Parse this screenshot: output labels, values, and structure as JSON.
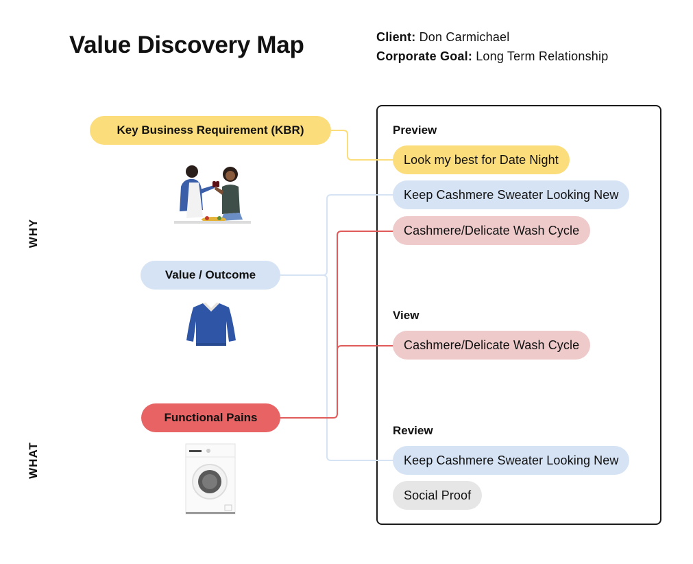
{
  "title": "Value Discovery Map",
  "meta": {
    "client_label": "Client:",
    "client_value": "Don Carmichael",
    "goal_label": "Corporate Goal:",
    "goal_value": "Long Term Relationship"
  },
  "side_labels": {
    "why": "WHY",
    "what": "WHAT"
  },
  "nodes": {
    "kbr": {
      "label": "Key Business Requirement (KBR)",
      "color": "#fcdd7c",
      "image": "couple-toasting-illustration"
    },
    "value": {
      "label": "Value / Outcome",
      "color": "#d5e3f4",
      "image": "blue-sweater-illustration"
    },
    "pains": {
      "label": "Functional Pains",
      "color": "#e86464",
      "image": "washing-machine-illustration"
    }
  },
  "panel": {
    "sections": [
      {
        "heading": "Preview",
        "items": [
          {
            "label": "Look my best for Date Night",
            "category": "kbr",
            "color": "#fcdd7c"
          },
          {
            "label": "Keep Cashmere Sweater Looking New",
            "category": "value",
            "color": "#d5e3f4"
          },
          {
            "label": "Cashmere/Delicate Wash Cycle",
            "category": "pains",
            "color": "#eecaca"
          }
        ]
      },
      {
        "heading": "View",
        "items": [
          {
            "label": "Cashmere/Delicate Wash Cycle",
            "category": "pains",
            "color": "#eecaca"
          }
        ]
      },
      {
        "heading": "Review",
        "items": [
          {
            "label": "Keep Cashmere Sweater Looking New",
            "category": "value",
            "color": "#d5e3f4"
          },
          {
            "label": "Social Proof",
            "category": "none",
            "color": "#e6e6e6"
          }
        ]
      }
    ]
  },
  "connector_colors": {
    "kbr": "#fcdd7c",
    "value": "#d5e3f4",
    "pains": "#e05a5a"
  },
  "panel_border_color": "#1a1a1a"
}
